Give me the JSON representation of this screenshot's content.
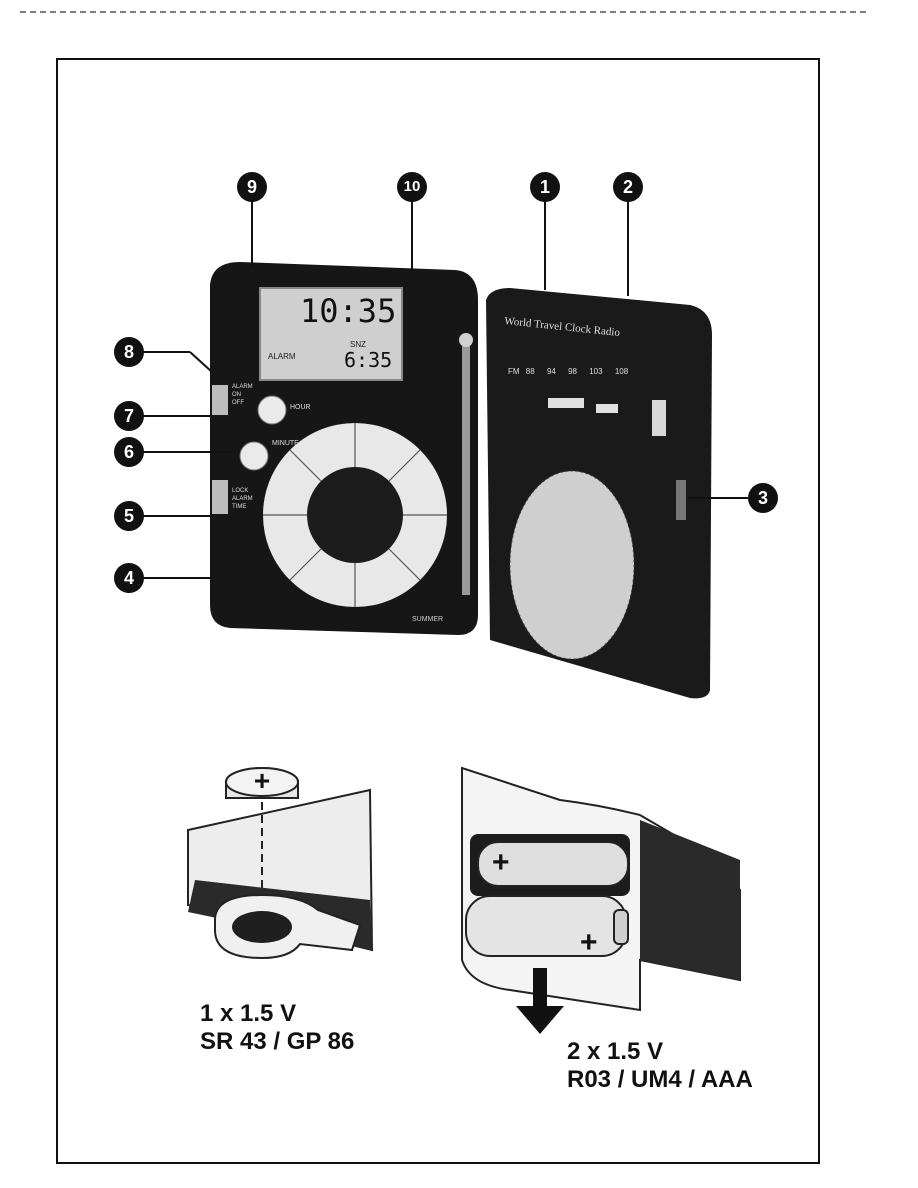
{
  "callouts": [
    "9",
    "10",
    "1",
    "2",
    "8",
    "7",
    "6",
    "5",
    "4",
    "3"
  ],
  "device": {
    "time_main": "10:35",
    "time_alarm": "6:35",
    "alarm_label": "ALARM",
    "snz_label": "SNZ",
    "hour_label": "HOUR",
    "minute_label": "MINUTE",
    "alarm_switch": [
      "ALARM",
      "ON",
      "OFF"
    ],
    "lock_switch": [
      "LOCK",
      "ALARM",
      "TIME"
    ],
    "summer_label": "SUMMER",
    "brand": "World Travel Clock Radio",
    "fm_label": "FM",
    "fm_ticks": [
      "88",
      "94",
      "98",
      "103",
      "108"
    ]
  },
  "captions": {
    "cell": [
      "1 x 1.5 V",
      "SR 43 / GP 86"
    ],
    "aaa": [
      "2 x 1.5 V",
      "R03 / UM4 / AAA"
    ]
  }
}
